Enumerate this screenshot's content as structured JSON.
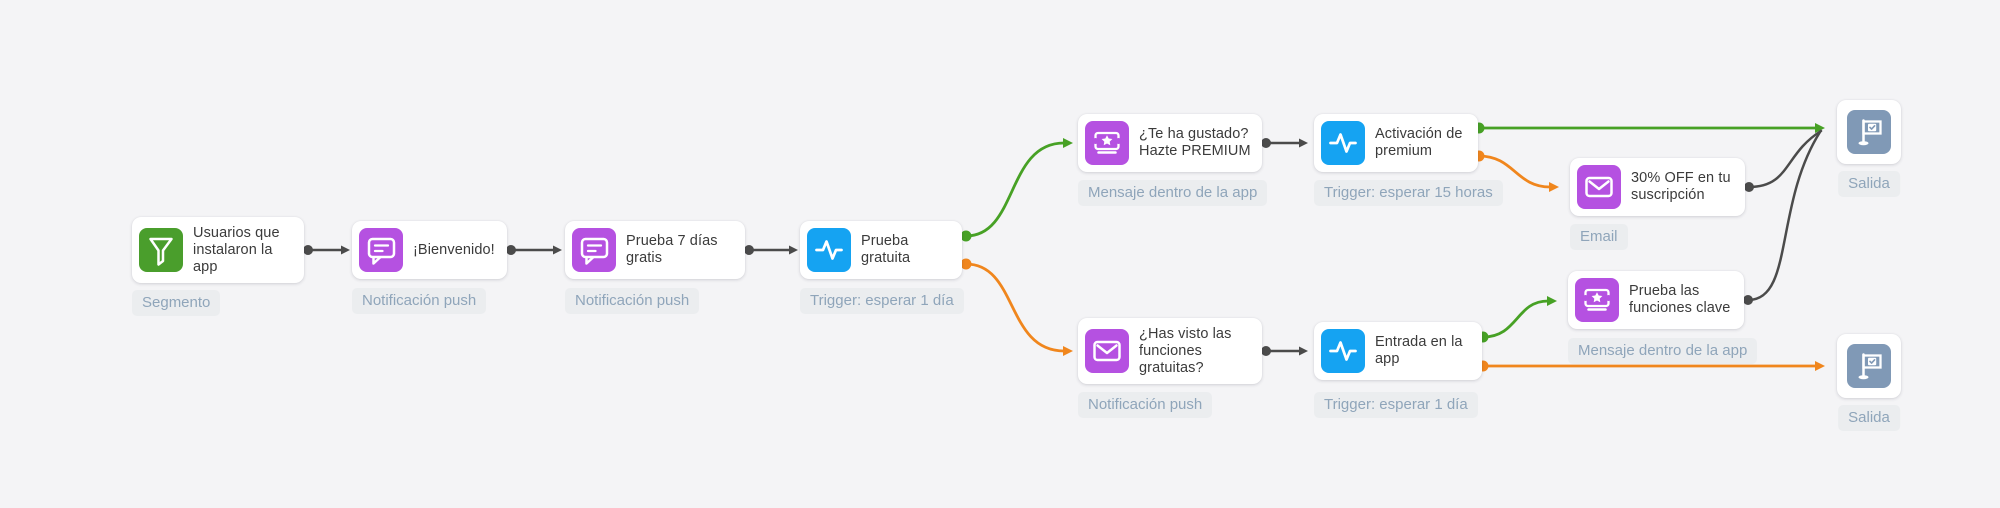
{
  "app": {
    "view": "customer-journey-flow-canvas"
  },
  "palette": {
    "background": "#f4f4f6",
    "segment_green": "#4a9e2c",
    "message_purple": "#b551e1",
    "trigger_blue": "#15a3f2",
    "exit_gray_blue": "#8099b6",
    "edge_dark": "#4b4b4b",
    "edge_green": "#47a125",
    "edge_orange": "#f0861d",
    "tag_text": "#8fa5ba",
    "tag_background": "#ebedef"
  },
  "flow": {
    "nodes": {
      "segment": {
        "title": "Usuarios que instalaron la app",
        "tag": "Segmento",
        "icon": "filter-icon"
      },
      "welcome": {
        "title": "¡Bienvenido!",
        "tag": "Notificación push",
        "icon": "push-message-icon"
      },
      "trial7": {
        "title": "Prueba 7 días gratis",
        "tag": "Notificación push",
        "icon": "push-message-icon"
      },
      "free_trial": {
        "title": "Prueba gratuita",
        "tag": "Trigger: esperar 1 día",
        "icon": "pulse-icon"
      },
      "liked_premium": {
        "title": "¿Te ha gustado? Hazte PREMIUM",
        "tag": "Mensaje dentro de la app",
        "icon": "ticket-icon"
      },
      "premium_activation": {
        "title": "Activación de premium",
        "tag": "Trigger: esperar 15 horas",
        "icon": "pulse-icon"
      },
      "discount_email": {
        "title": "30% OFF en tu suscripción",
        "tag": "Email",
        "icon": "mail-icon"
      },
      "seen_features": {
        "title": "¿Has visto las funciones gratuitas?",
        "tag": "Notificación push",
        "icon": "mail-icon"
      },
      "app_entry": {
        "title": "Entrada en la app",
        "tag": "Trigger: esperar 1 día",
        "icon": "pulse-icon"
      },
      "key_features": {
        "title": "Prueba las funciones clave",
        "tag": "Mensaje dentro de la app",
        "icon": "ticket-icon"
      },
      "exit_top": {
        "tag": "Salida",
        "icon": "flag-icon"
      },
      "exit_bottom": {
        "tag": "Salida",
        "icon": "flag-icon"
      }
    }
  }
}
